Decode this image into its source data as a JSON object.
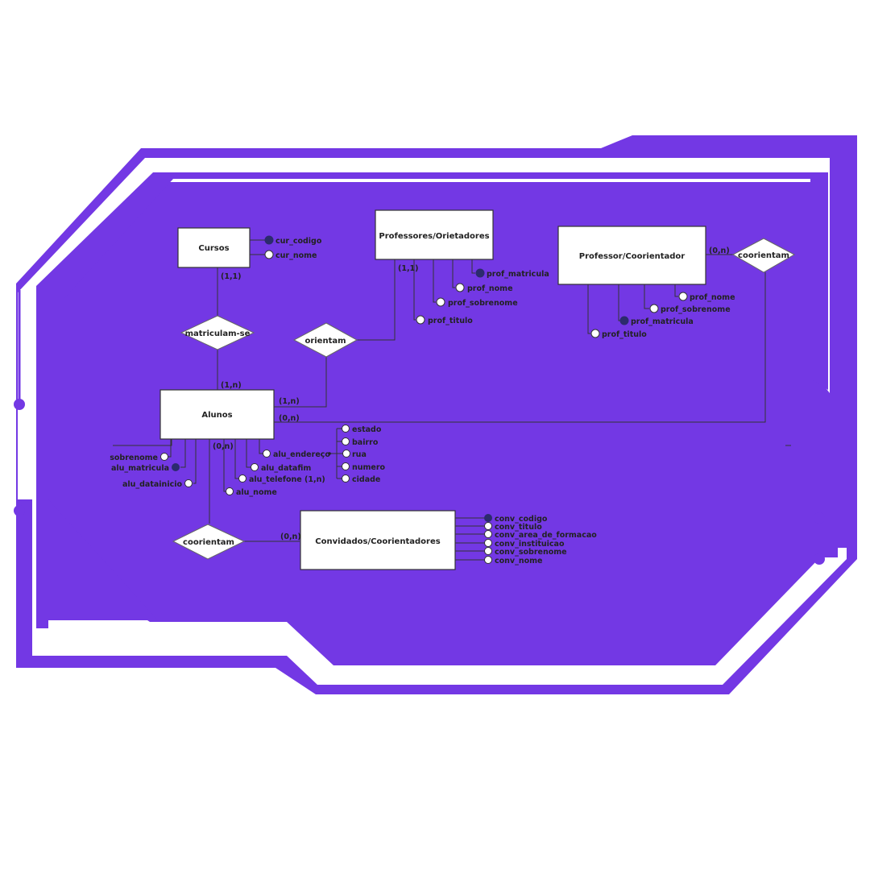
{
  "colors": {
    "frame": "#7338e4",
    "key_attribute": "#2c2b6e",
    "line": "#333333"
  },
  "entities": {
    "cursos": "Cursos",
    "professores": "Professores/Orietadores",
    "prof_coorientador": "Professor/Coorientador",
    "alunos": "Alunos",
    "convidados": "Convidados/Coorientadores"
  },
  "relationships": {
    "matriculam": "matriculam-se",
    "orientam": "orientam",
    "coorientam_top": "coorientam",
    "coorientam_bottom": "coorientam"
  },
  "cardinalities": {
    "cursos_matriculam": "(1,1)",
    "alunos_matriculam": "(1,n)",
    "prof_orientam": "(1,1)",
    "alunos_orientam": "(1,n)",
    "alunos_coorientam_top": "(0,n)",
    "profco_coorientam": "(0,n)",
    "alunos_coorientam_bottom": "(0,n)",
    "conv_coorientam": "(0,n)"
  },
  "attributes": {
    "cursos": [
      "cur_codigo",
      "cur_nome"
    ],
    "professores": [
      "prof_matricula",
      "prof_nome",
      "prof_sobrenome",
      "prof_titulo"
    ],
    "prof_coorientador": [
      "prof_nome",
      "prof_sobrenome",
      "prof_matricula",
      "prof_titulo"
    ],
    "alunos": [
      "sobrenome",
      "alu_matricula",
      "alu_datainicio",
      "alu_endereço",
      "alu_datafim",
      "alu_telefone (1,n)",
      "alu_nome"
    ],
    "endereco": [
      "estado",
      "bairro",
      "rua",
      "numero",
      "cidade"
    ],
    "convidados": [
      "conv_codigo",
      "conv_titulo",
      "conv_area_de_formacao",
      "conv_instituicao",
      "conv_sobrenome",
      "conv_nome"
    ]
  }
}
